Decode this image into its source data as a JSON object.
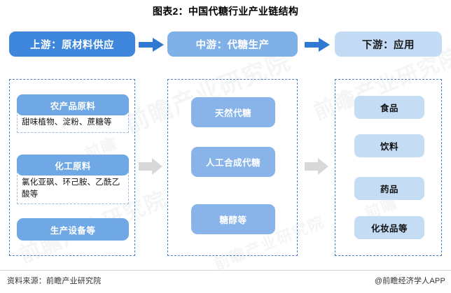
{
  "title": "图表2：中国代糖行业产业链结构",
  "header": {
    "upstream": "上游：原材料供应",
    "midstream": "中游：代糖生产",
    "downstream": "下游：应用",
    "arrow_1": "right-arrow-icon",
    "arrow_2": "right-arrow-icon"
  },
  "upstream": {
    "groups": [
      {
        "head": "农产品原料",
        "body": "甜味植物、淀粉、蔗糖等"
      },
      {
        "head": "化工原料",
        "body": "氯化亚砜、环己胺、乙酰乙酸等"
      }
    ],
    "solo": "生产设备等"
  },
  "midstream": {
    "items": [
      {
        "label": "天然代糖"
      },
      {
        "label": "人工合成代糖"
      },
      {
        "label": "糖醇等"
      }
    ]
  },
  "downstream": {
    "items": [
      {
        "label": "食品"
      },
      {
        "label": "饮料"
      },
      {
        "label": "药品"
      },
      {
        "label": "化妆品等"
      }
    ]
  },
  "flow_arrows": {
    "upstream_to_midstream": "right-arrow-icon",
    "midstream_to_downstream": "right-arrow-icon"
  },
  "footer": {
    "source": "资料来源：前瞻产业研究院",
    "credit": "@前瞻经济学人APP"
  },
  "watermarks": {
    "w1": "前瞻产业研究院",
    "w2": "前瞻产业研究院",
    "w3": "前瞻产业研究院",
    "w4": "前瞻产业研究院",
    "w5": "前瞻",
    "w6": "前瞻"
  },
  "colors": {
    "header_upstream_bg": "#3f86dd",
    "header_midstream_bg": "#80b0e8",
    "header_downstream_bg": "#c3dbf5",
    "panel_border": "#4a7fc8",
    "upstream_box_bg": "#6fa8e4",
    "midstream_box_bg": "#89b4ea",
    "downstream_box_bg": "#c5dcf5",
    "header_arrow": "#2f79d2",
    "flow_arrow": "#d8d8d8"
  }
}
